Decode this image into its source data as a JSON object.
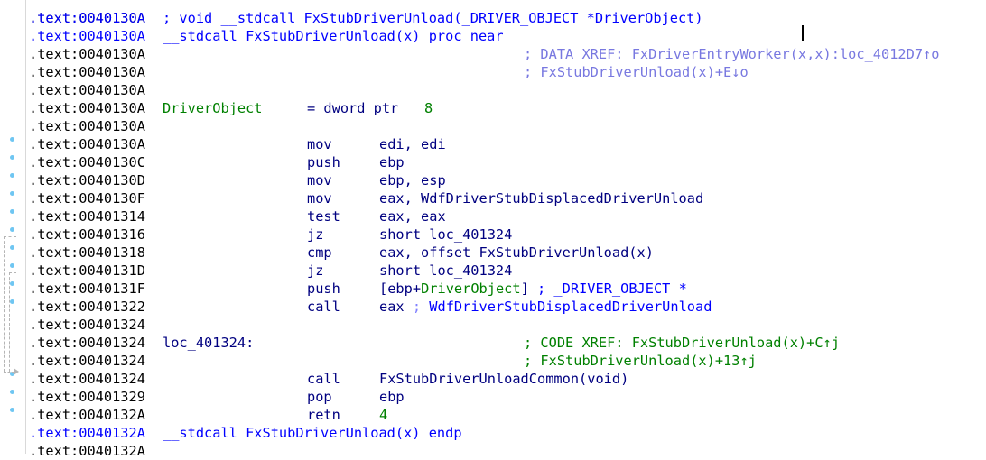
{
  "listing": {
    "top_partial": ".text:0040130A",
    "rows": [
      {
        "addr": ".text:0040130A",
        "addr_blue": true,
        "text": "; void __stdcall FxStubDriverUnload(_DRIVER_OBJECT *DriverObject)"
      },
      {
        "addr": ".text:0040130A",
        "addr_blue": true,
        "text": "__stdcall FxStubDriverUnload(x) proc near"
      },
      {
        "addr": ".text:0040130A",
        "xref": "; DATA XREF: FxDriverEntryWorker(x,x):loc_4012D7↑o"
      },
      {
        "addr": ".text:0040130A",
        "xref": "; FxStubDriverUnload(x)+E↓o"
      },
      {
        "addr": ".text:0040130A"
      },
      {
        "addr": ".text:0040130A",
        "var_name": "DriverObject",
        "var_def": "= dword ptr",
        "var_val": "8"
      },
      {
        "addr": ".text:0040130A"
      },
      {
        "addr": ".text:0040130A",
        "mnem": "mov",
        "ops": "edi, edi"
      },
      {
        "addr": ".text:0040130C",
        "mnem": "push",
        "ops": "ebp"
      },
      {
        "addr": ".text:0040130D",
        "mnem": "mov",
        "ops": "ebp, esp"
      },
      {
        "addr": ".text:0040130F",
        "mnem": "mov",
        "ops": "eax, WdfDriverStubDisplacedDriverUnload"
      },
      {
        "addr": ".text:00401314",
        "mnem": "test",
        "ops": "eax, eax"
      },
      {
        "addr": ".text:00401316",
        "mnem": "jz",
        "ops": "short loc_401324"
      },
      {
        "addr": ".text:00401318",
        "mnem": "cmp",
        "ops": "eax, offset FxStubDriverUnload(x)"
      },
      {
        "addr": ".text:0040131D",
        "mnem": "jz",
        "ops": "short loc_401324"
      },
      {
        "addr": ".text:0040131F",
        "mnem": "push",
        "ops_pre": "[ebp+",
        "ops_var": "DriverObject",
        "ops_post": "]",
        "comment": "; _DRIVER_OBJECT *"
      },
      {
        "addr": ".text:00401322",
        "mnem": "call",
        "ops": "eax",
        "comment": ";",
        "ops_tail": "WdfDriverStubDisplacedDriverUnload"
      },
      {
        "addr": ".text:00401324"
      },
      {
        "addr": ".text:00401324",
        "label": "loc_401324:",
        "xref": "; CODE XREF: FxStubDriverUnload(x)+C↑j"
      },
      {
        "addr": ".text:00401324",
        "xref": "; FxStubDriverUnload(x)+13↑j"
      },
      {
        "addr": ".text:00401324",
        "mnem": "call",
        "ops": "FxStubDriverUnloadCommon(void)"
      },
      {
        "addr": ".text:00401329",
        "mnem": "pop",
        "ops": "ebp"
      },
      {
        "addr": ".text:0040132A",
        "mnem": "retn",
        "ops_num": "4"
      },
      {
        "addr": ".text:0040132A",
        "addr_blue": true,
        "text": "__stdcall FxStubDriverUnload(x) endp"
      },
      {
        "addr": ".text:0040132A"
      }
    ]
  },
  "colors": {
    "address": "#000000",
    "address_function": "#0000ff",
    "instruction": "#000080",
    "xref_comment": "#008000",
    "gutter_dot": "#6fc6f2"
  }
}
